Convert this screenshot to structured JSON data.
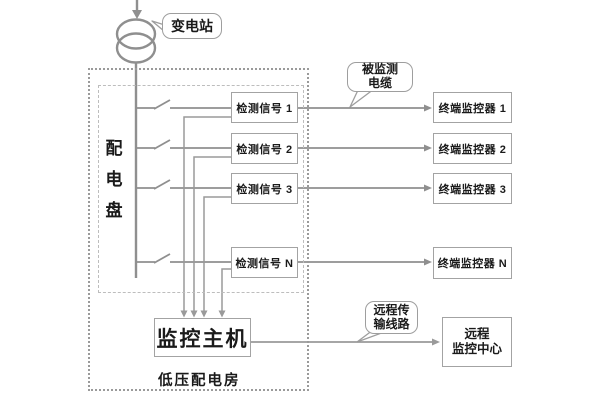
{
  "colors": {
    "line": "#8f8f8f",
    "box_border": "#a3a3a3",
    "outer_dashed_border": "#9a9a9a",
    "inner_dashed_border": "#bdbdbd",
    "text": "#1a1a1a",
    "background": "#ffffff"
  },
  "icons": {
    "transformer-icon": "two overlapping circles (substation transformer)",
    "switch-icon": "disconnect switch blade on feeder line",
    "arrow-icon": "filled gray triangle arrowhead"
  },
  "substation": {
    "callout": "变电站"
  },
  "panel": {
    "label": "配电盘"
  },
  "rows": [
    {
      "signal": "检测信号 1",
      "terminal": "终端监控器 1"
    },
    {
      "signal": "检测信号 2",
      "terminal": "终端监控器 2"
    },
    {
      "signal": "检测信号 3",
      "terminal": "终端监控器 3"
    },
    {
      "signal": "检测信号 N",
      "terminal": "终端监控器 N"
    }
  ],
  "callouts": {
    "monitored_cable": {
      "line1": "被监测",
      "line2": "电缆"
    },
    "remote_line": {
      "line1": "远程传",
      "line2": "输线路"
    }
  },
  "host": {
    "label": "监控主机"
  },
  "remote_center": {
    "line1": "远程",
    "line2": "监控中心"
  },
  "room": {
    "label": "低压配电房"
  }
}
